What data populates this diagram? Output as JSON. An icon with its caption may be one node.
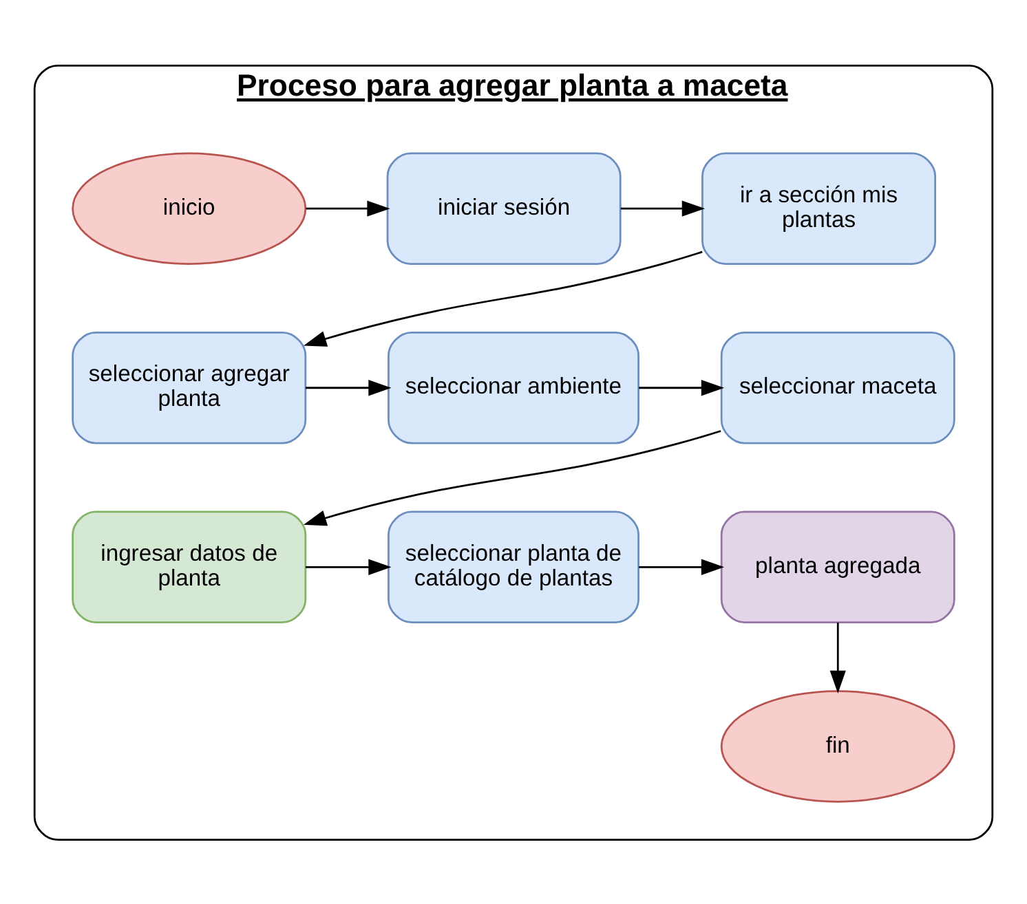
{
  "diagram": {
    "nodes": [
      {
        "text": [
          "Proceso para agregar planta a maceta"
        ]
      },
      {
        "text": [
          "inicio"
        ],
        "in": 0
      },
      {
        "text": [
          "iniciar sesión"
        ],
        "in": 0
      },
      {
        "text": [
          "ir a sección mis plantas"
        ],
        "in": 0
      },
      {
        "text": [
          "seleccionar agregar planta"
        ],
        "in": 0
      },
      {
        "text": [
          "seleccionar ambiente"
        ],
        "in": 0
      },
      {
        "text": [
          "seleccionar maceta"
        ],
        "in": 0
      },
      {
        "text": [
          "ingresar datos de planta"
        ],
        "in": 0
      },
      {
        "text": [
          "seleccionar planta de catálogo de plantas"
        ],
        "in": 0
      },
      {
        "text": [
          "planta agregada"
        ],
        "in": 0
      },
      {
        "text": [
          "fin"
        ],
        "in": 0
      }
    ],
    "edges": [
      {
        "from": 1,
        "to": 2,
        "arrow": "to"
      },
      {
        "from": 2,
        "to": 3,
        "arrow": "to"
      },
      {
        "from": 3,
        "to": 4,
        "arrow": "to"
      },
      {
        "from": 4,
        "to": 5,
        "arrow": "to"
      },
      {
        "from": 5,
        "to": 6,
        "arrow": "to"
      },
      {
        "from": 6,
        "to": 7,
        "arrow": "to"
      },
      {
        "from": 7,
        "to": 8,
        "arrow": "to"
      },
      {
        "from": 8,
        "to": 9,
        "arrow": "to"
      },
      {
        "from": 9,
        "to": 10,
        "arrow": "to"
      }
    ]
  }
}
